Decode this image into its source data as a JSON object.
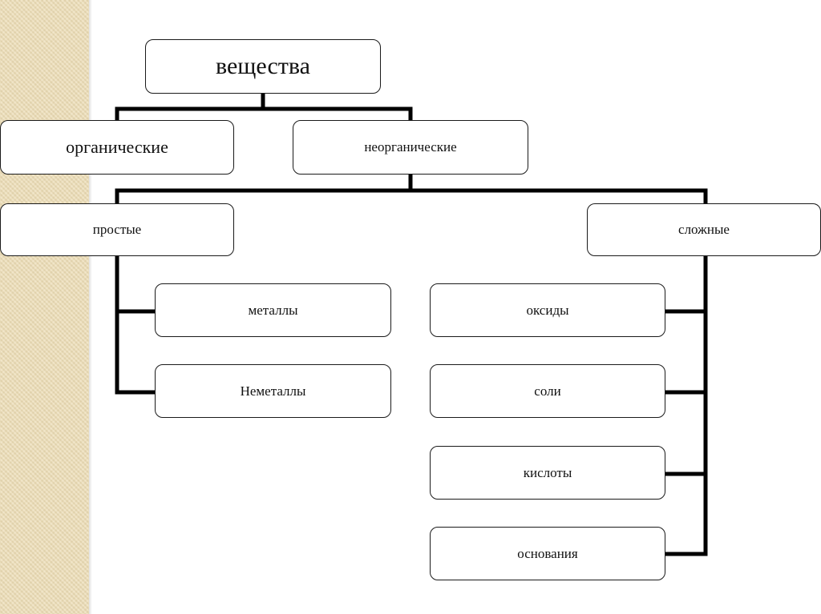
{
  "diagram": {
    "root": "вещества",
    "level1": {
      "organic": "органические",
      "inorganic": "неорганические"
    },
    "level2": {
      "simple": "простые",
      "complex": "сложные"
    },
    "simple_children": [
      "металлы",
      "Неметаллы"
    ],
    "complex_children": [
      "оксиды",
      "соли",
      "кислоты",
      "основания"
    ]
  },
  "colors": {
    "side_band": "#ecdcb4",
    "line": "#000000",
    "box_border": "#1a1a1a"
  }
}
